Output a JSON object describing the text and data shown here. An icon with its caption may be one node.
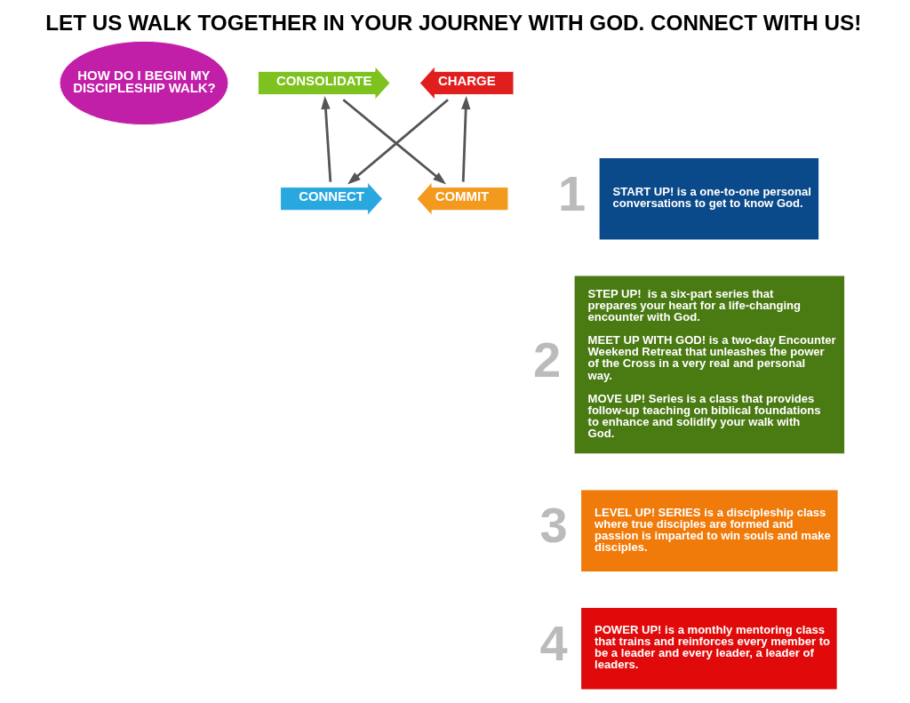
{
  "diagram": {
    "title": "LET US WALK TOGETHER IN YOUR JOURNEY WITH GOD. CONNECT WITH US!",
    "nodes": [
      {
        "text": [
          "HOW DO I BEGIN MY DISCIPLESHIP WALK?"
        ]
      },
      {
        "text": [
          "CONNECT"
        ]
      },
      {
        "text": [
          "CONSOLIDATE"
        ]
      },
      {
        "text": [
          "COMMIT"
        ]
      },
      {
        "text": [
          "CHARGE"
        ]
      },
      {
        "text": [
          "1",
          "START UP! is a one-to-one personal conversations to get to know God."
        ]
      },
      {
        "text": [
          "2",
          "STEP UP!  is a six-part series that prepares your heart for a life-changing encounter with God.",
          "MEET UP WITH GOD! is a two-day Encounter Weekend Retreat that unleashes the power of the Cross in a very real and personal way.",
          "MOVE UP! Series is a class that provides follow-up teaching on biblical foundations to enhance and solidify your walk with God."
        ]
      },
      {
        "text": [
          "3",
          "LEVEL UP! SERIES is a discipleship class where true disciples are formed and passion is imparted to win souls and make disciples."
        ]
      },
      {
        "text": [
          "4",
          "POWER UP! is a monthly mentoring class that trains and reinforces every member to be a leader and every leader, a leader of leaders."
        ]
      }
    ],
    "edges": [
      {
        "from": 1,
        "to": 2,
        "arrow": "to"
      },
      {
        "from": 2,
        "to": 3,
        "arrow": "to"
      },
      {
        "from": 3,
        "to": 4,
        "arrow": "to"
      },
      {
        "from": 4,
        "to": 1,
        "arrow": "to"
      }
    ]
  }
}
